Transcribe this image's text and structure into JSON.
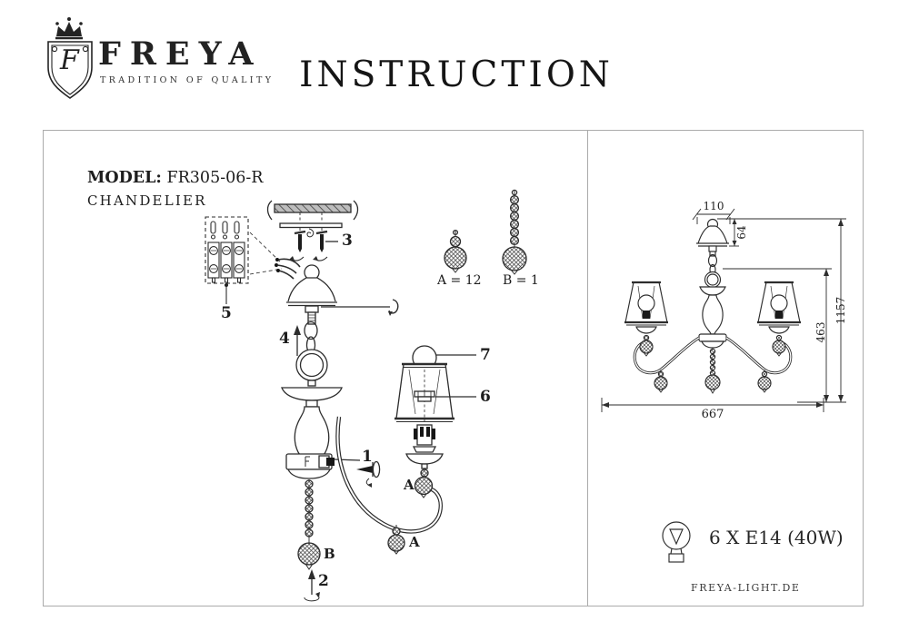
{
  "header": {
    "title": "INSTRUCTION",
    "logo": {
      "letter": "F",
      "brand": "FREYA",
      "tagline": "TRADITION OF QUALITY"
    }
  },
  "model": {
    "label": "MODEL:",
    "number": "FR305-06-R",
    "product": "CHANDELIER"
  },
  "parts": {
    "p1": "1",
    "p2": "2",
    "p3": "3",
    "p4": "4",
    "p5": "5",
    "p6": "6",
    "p7": "7"
  },
  "crystals": {
    "a": "A",
    "b": "B",
    "a_count": "A = 12",
    "b_count": "B = 1"
  },
  "dimensions": {
    "canopy_width": "110",
    "canopy_height": "64",
    "total_height": "1157",
    "body_height": "463",
    "width": "667"
  },
  "specs": {
    "lamps": "6 X E14 (40W)",
    "website": "FREYA-LIGHT.DE"
  }
}
